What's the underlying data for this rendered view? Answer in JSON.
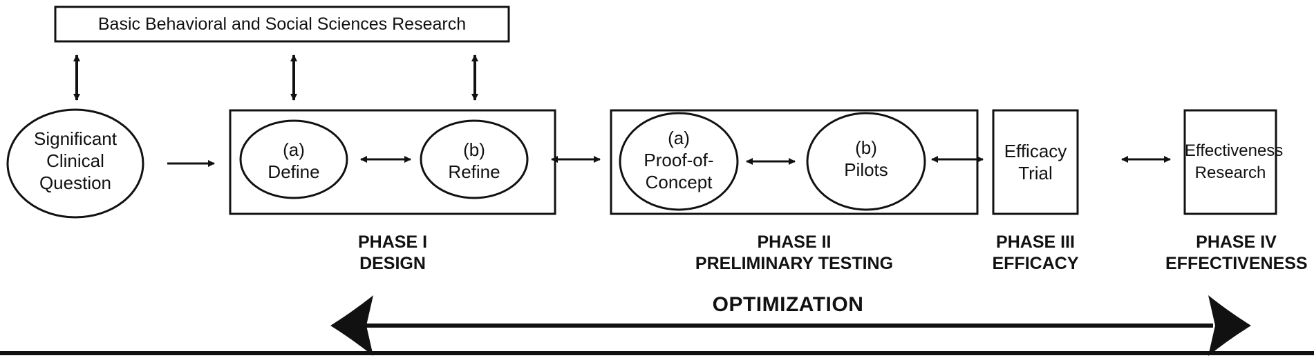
{
  "top_box": "Basic Behavioral and Social Sciences Research",
  "clinical_question": [
    "Significant",
    "Clinical",
    "Question"
  ],
  "phase1": {
    "a": [
      "(a)",
      "Define"
    ],
    "b": [
      "(b)",
      "Refine"
    ],
    "label": [
      "PHASE I",
      "DESIGN"
    ]
  },
  "phase2": {
    "a": [
      "(a)",
      "Proof-of-",
      "Concept"
    ],
    "b": [
      "(b)",
      "Pilots"
    ],
    "label": [
      "PHASE II",
      "PRELIMINARY TESTING"
    ]
  },
  "phase3": {
    "box": [
      "Efficacy",
      "Trial"
    ],
    "label": [
      "PHASE III",
      "EFFICACY"
    ]
  },
  "phase4": {
    "box": [
      "Effectiveness",
      "Research"
    ],
    "label": [
      "PHASE IV",
      "EFFECTIVENESS"
    ]
  },
  "optimization": "OPTIMIZATION",
  "colors": {
    "stroke": "#111111",
    "background": "#ffffff"
  }
}
